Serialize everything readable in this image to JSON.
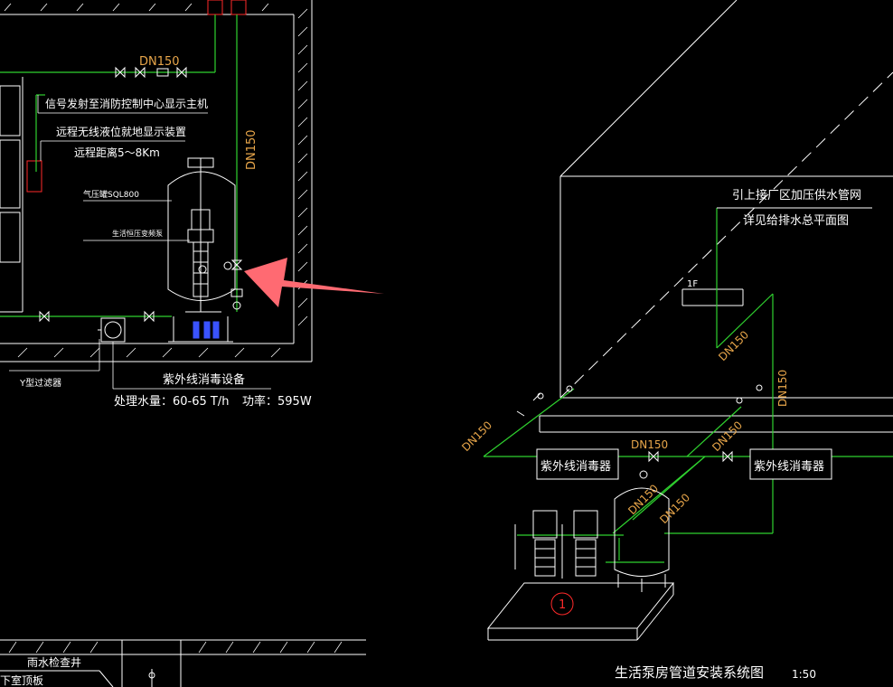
{
  "colors": {
    "background": "#000000",
    "pipe_green": "#2fd12f",
    "line_white": "#ffffff",
    "label_orange": "#e8a64a",
    "pump_blue": "#3a53ff",
    "accent_red": "#ff2a2a",
    "arrow_pink": "#ff6a72"
  },
  "left": {
    "pipe_dn_top": "DN150",
    "pipe_dn_vertical": "DN150",
    "signal_label": "信号发射至消防控制中心显示主机",
    "remote_display_label": "远程无线液位就地显示装置",
    "distance_label": "远程距离5～8Km",
    "pressure_tank_label": "气压罐SQL800",
    "pump_unit_label": "生活恒压变频泵",
    "y_filter_label": "Y型过滤器",
    "uv_title": "紫外线消毒设备",
    "uv_spec_capacity": "处理水量：60-65 T/h",
    "uv_spec_power": "功率：595W",
    "rain_well_label": "雨水检查井",
    "cover_label": "下室顶板"
  },
  "right": {
    "supply_label_1": "引上接厂区加压供水管网",
    "supply_label_2": "详见给排水总平面图",
    "floor_label": "1F",
    "dn_riser_diag": "DN150",
    "dn_riser_right": "DN150",
    "dn_left_diag": "DN150",
    "dn_mid_horizontal": "DN150",
    "dn_mid_diag": "DN150",
    "dn_tank_1": "DN150",
    "dn_tank_2": "DN150",
    "uv_box_left": "紫外线消毒器",
    "uv_box_right": "紫外线消毒器",
    "equipment_number": "1",
    "drawing_title": "生活泵房管道安装系统图",
    "drawing_scale": "1:50"
  }
}
